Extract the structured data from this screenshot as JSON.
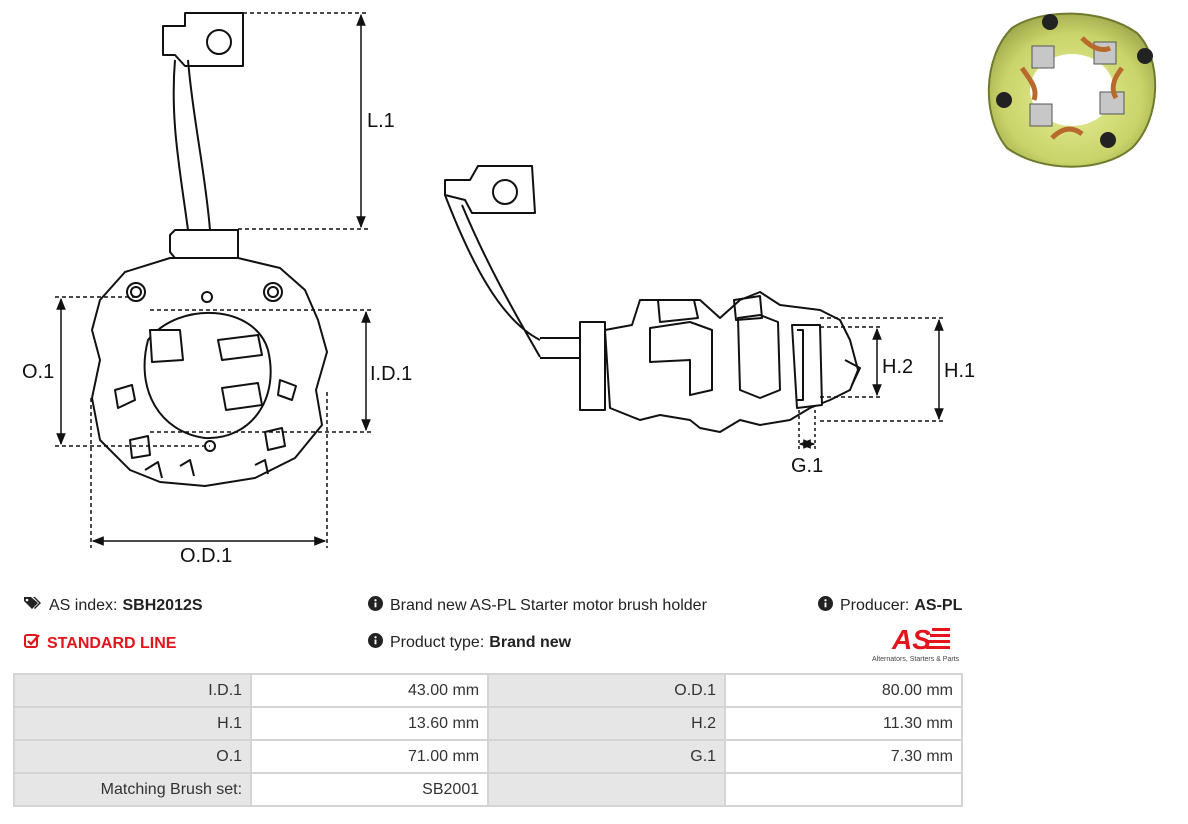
{
  "dimensions": {
    "L1": "L.1",
    "O1": "O.1",
    "ID1": "I.D.1",
    "OD1": "O.D.1",
    "H1": "H.1",
    "H2": "H.2",
    "G1": "G.1"
  },
  "info": {
    "as_index_label": "AS index:",
    "as_index_value": "SBH2012S",
    "line": "STANDARD LINE",
    "description": "Brand new AS-PL Starter motor brush holder",
    "product_type_label": "Product type:",
    "product_type_value": "Brand new",
    "producer_label": "Producer:",
    "producer_value": "AS-PL"
  },
  "logo": {
    "mark": "AS",
    "tagline": "Alternators, Starters & Parts",
    "color": "#e3141b"
  },
  "specs": [
    {
      "k1": "I.D.1",
      "v1": "43.00 mm",
      "k2": "O.D.1",
      "v2": "80.00 mm"
    },
    {
      "k1": "H.1",
      "v1": "13.60 mm",
      "k2": "H.2",
      "v2": "11.30 mm"
    },
    {
      "k1": "O.1",
      "v1": "71.00 mm",
      "k2": "G.1",
      "v2": "7.30 mm"
    },
    {
      "k1": "Matching Brush set:",
      "v1": "SB2001",
      "k2": "",
      "v2": ""
    }
  ],
  "icons": {
    "tags": "tags-icon",
    "check": "check-square-icon",
    "info": "info-circle-icon"
  },
  "colors": {
    "accent": "#e3141b",
    "key_cell": "#e6e6e6",
    "border": "#d4d4d4"
  }
}
